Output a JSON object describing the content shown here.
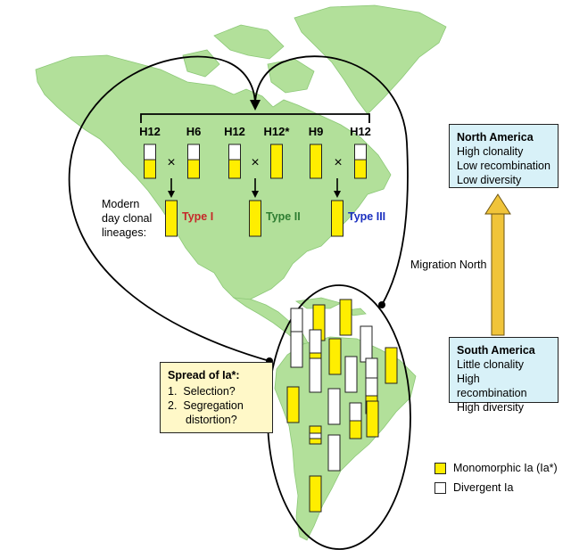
{
  "haplotypes": [
    {
      "label": "H12",
      "fill": 0.55
    },
    {
      "label": "H6",
      "fill": 0.55
    },
    {
      "label": "H12",
      "fill": 0.55
    },
    {
      "label": "H12*",
      "fill": 1.0
    },
    {
      "label": "H9",
      "fill": 1.0
    },
    {
      "label": "H12",
      "fill": 0.55
    }
  ],
  "cross_symbol": "×",
  "modern_label": [
    "Modern",
    "day clonal",
    "lineages:"
  ],
  "types": [
    {
      "label": "Type I",
      "color": "#c62828"
    },
    {
      "label": "Type II",
      "color": "#2e7d32"
    },
    {
      "label": "Type III",
      "color": "#1a2fbf"
    }
  ],
  "migration_label": "Migration North",
  "north_america": {
    "title": "North America",
    "lines": [
      "High clonality",
      "Low recombination",
      "Low diversity"
    ]
  },
  "south_america": {
    "title": "South America",
    "lines": [
      "Little clonality",
      "High recombination",
      "High diversity"
    ]
  },
  "spread": {
    "title": "Spread of Ia*:",
    "items": [
      "Selection?",
      "Segregation",
      "distortion?"
    ]
  },
  "legend": [
    {
      "label": "Monomorphic Ia (Ia*)",
      "color": "#ffee00"
    },
    {
      "label": "Divergent Ia",
      "color": "#ffffff"
    }
  ],
  "colors": {
    "land": "#b2e09a",
    "land_edge": "#8cc877",
    "mono": "#ffee00",
    "arrow_gold": "#f0c43a"
  }
}
